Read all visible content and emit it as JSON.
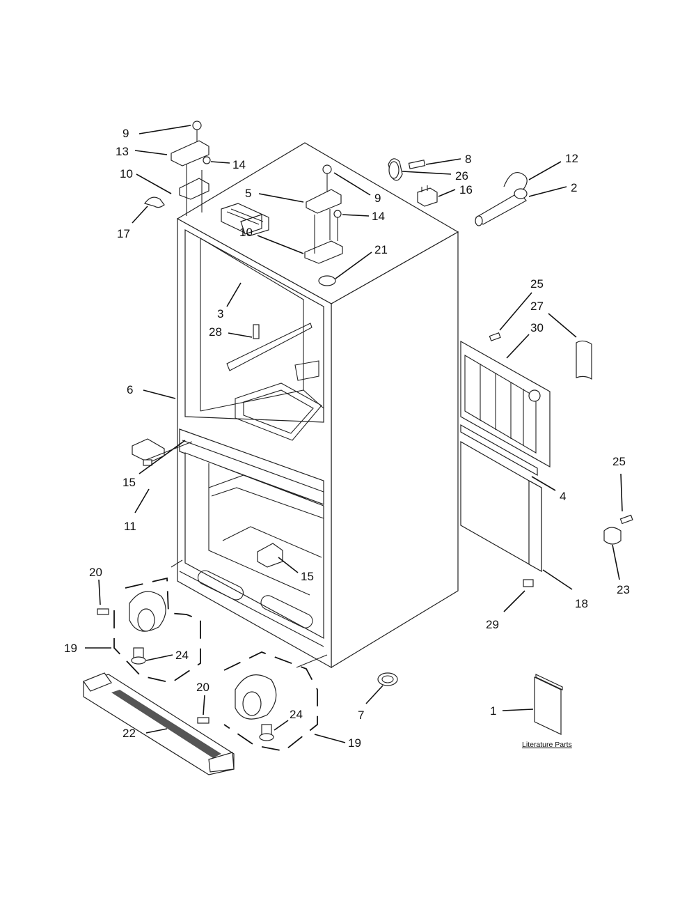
{
  "diagram": {
    "callouts": [
      {
        "id": "c-9a",
        "text": "9"
      },
      {
        "id": "c-13",
        "text": "13"
      },
      {
        "id": "c-14a",
        "text": "14"
      },
      {
        "id": "c-10a",
        "text": "10"
      },
      {
        "id": "c-17",
        "text": "17"
      },
      {
        "id": "c-5",
        "text": "5"
      },
      {
        "id": "c-9b",
        "text": "9"
      },
      {
        "id": "c-14b",
        "text": "14"
      },
      {
        "id": "c-10b",
        "text": "10"
      },
      {
        "id": "c-21",
        "text": "21"
      },
      {
        "id": "c-8",
        "text": "8"
      },
      {
        "id": "c-26",
        "text": "26"
      },
      {
        "id": "c-16",
        "text": "16"
      },
      {
        "id": "c-12",
        "text": "12"
      },
      {
        "id": "c-2",
        "text": "2"
      },
      {
        "id": "c-3",
        "text": "3"
      },
      {
        "id": "c-28",
        "text": "28"
      },
      {
        "id": "c-6",
        "text": "6"
      },
      {
        "id": "c-25a",
        "text": "25"
      },
      {
        "id": "c-27",
        "text": "27"
      },
      {
        "id": "c-30",
        "text": "30"
      },
      {
        "id": "c-15a",
        "text": "15"
      },
      {
        "id": "c-11",
        "text": "11"
      },
      {
        "id": "c-4",
        "text": "4"
      },
      {
        "id": "c-25b",
        "text": "25"
      },
      {
        "id": "c-15b",
        "text": "15"
      },
      {
        "id": "c-23",
        "text": "23"
      },
      {
        "id": "c-18",
        "text": "18"
      },
      {
        "id": "c-20a",
        "text": "20"
      },
      {
        "id": "c-29",
        "text": "29"
      },
      {
        "id": "c-19a",
        "text": "19"
      },
      {
        "id": "c-24a",
        "text": "24"
      },
      {
        "id": "c-7",
        "text": "7"
      },
      {
        "id": "c-1",
        "text": "1"
      },
      {
        "id": "c-20b",
        "text": "20"
      },
      {
        "id": "c-24b",
        "text": "24"
      },
      {
        "id": "c-22",
        "text": "22"
      },
      {
        "id": "c-19b",
        "text": "19"
      }
    ],
    "literature_label": "Literature Parts"
  }
}
